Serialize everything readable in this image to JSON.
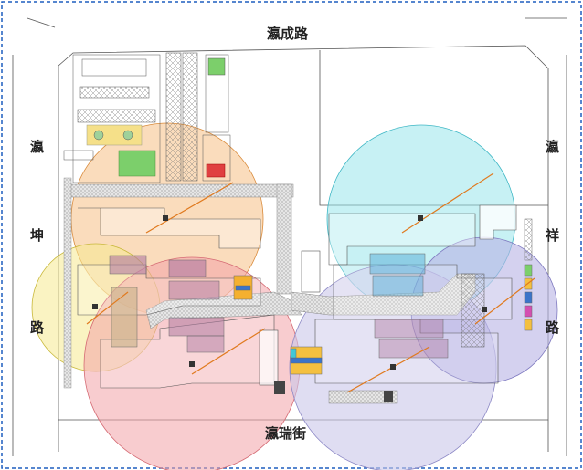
{
  "roads": {
    "north": "瀛成路",
    "south": "瀛瑞街",
    "west": [
      "瀛",
      "坤",
      "路"
    ],
    "east": [
      "瀛",
      "祥",
      "路"
    ]
  },
  "crane_zones": [
    {
      "id": "crane-1",
      "color": "#f5b97a"
    },
    {
      "id": "crane-2",
      "color": "#8fe3ea"
    },
    {
      "id": "crane-3",
      "color": "#f6ea8f"
    },
    {
      "id": "crane-4",
      "color": "#f2a3a8"
    },
    {
      "id": "crane-5",
      "color": "#c9c6ea"
    },
    {
      "id": "crane-6",
      "color": "#b7b3e4"
    }
  ],
  "colors": {
    "border": "#1f5fbf",
    "temp_road": "#d9d9d9",
    "building_outline": "#555555",
    "material_yard": "#b07aa1",
    "boom": "#e07a1f"
  }
}
